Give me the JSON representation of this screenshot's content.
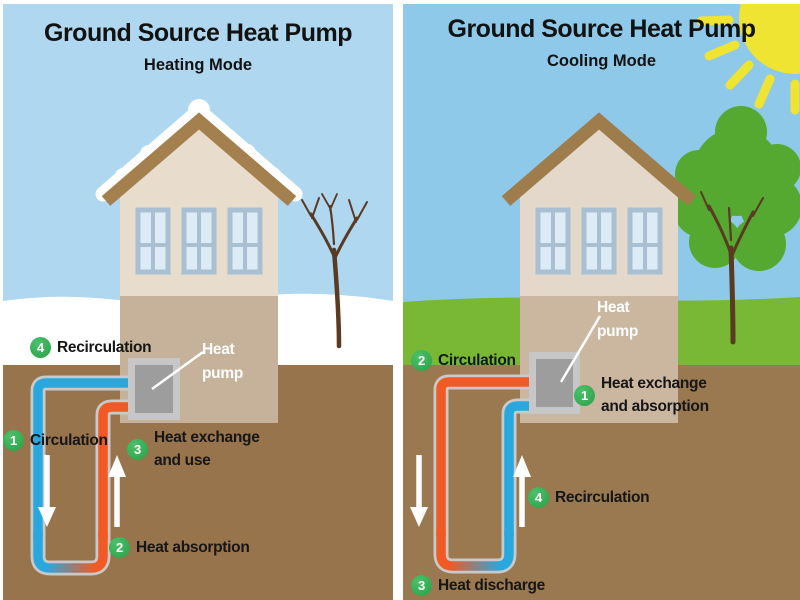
{
  "panels": {
    "left": {
      "title": "Ground Source Heat Pump",
      "subtitle": "Heating Mode",
      "pump_line1": "Heat",
      "pump_line2": "pump",
      "s1_num": "1",
      "s1_label": "Circulation",
      "s2_num": "2",
      "s2_label": "Heat absorption",
      "s3_num": "3",
      "s3_line1": "Heat exchange",
      "s3_line2": "and use",
      "s4_num": "4",
      "s4_label": "Recirculation"
    },
    "right": {
      "title": "Ground Source Heat Pump",
      "subtitle": "Cooling Mode",
      "pump_line1": "Heat",
      "pump_line2": "pump",
      "s1_num": "1",
      "s1_line1": "Heat exchange",
      "s1_line2": "and absorption",
      "s2_num": "2",
      "s2_label": "Circulation",
      "s3_num": "3",
      "s3_label": "Heat discharge",
      "s4_num": "4",
      "s4_label": "Recirculation"
    }
  },
  "colors": {
    "sky_winter": "#afd7ef",
    "sky_summer": "#8fc9e9",
    "snow": "#ffffff",
    "grass": "#79b834",
    "earth_left": "#97744b",
    "earth_right": "#9a7850",
    "pipe_cold_blue": "#29a8e0",
    "pipe_warm_orange": "#f15a24",
    "pipe_casing_gray": "#c9c9c9",
    "badge_green": "#2ea54d",
    "sun_yellow": "#eee431",
    "roof_brown": "#a5804f",
    "wall_beige": "#e8dccd",
    "foundation_tan": "#c6b29a",
    "heat_pump_gray": "#9d9d9d",
    "canopy_green": "#55a830",
    "trunk_brown": "#5a3a22",
    "label_text": "#161616",
    "arrow_white": "#ffffff"
  },
  "icons": {
    "sun": "☀",
    "flow_arrow_down": "↓",
    "flow_arrow_up": "↑"
  }
}
